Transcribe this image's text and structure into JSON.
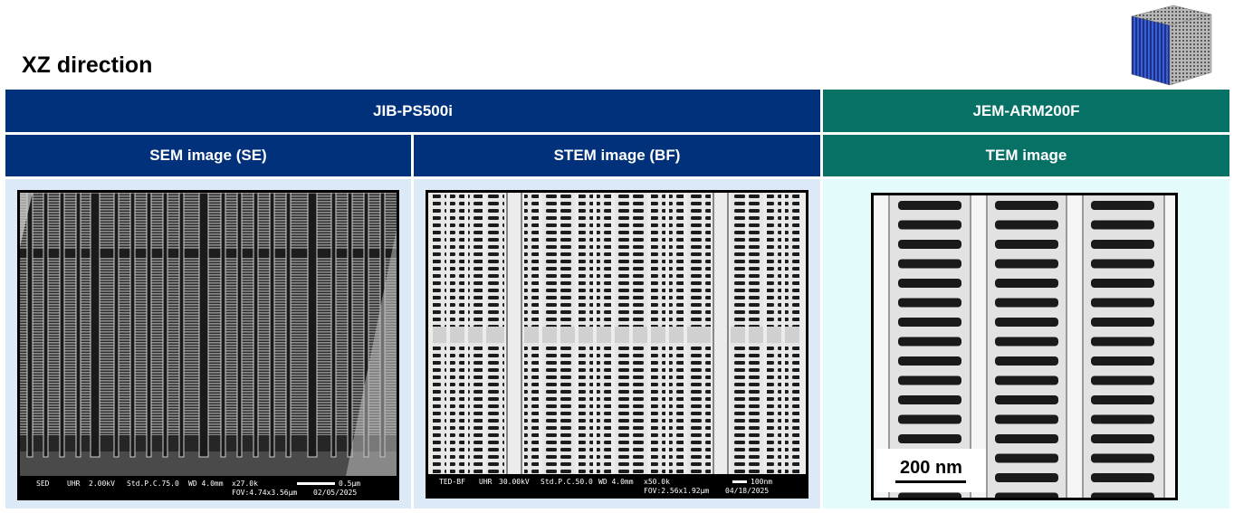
{
  "page": {
    "title": "XZ direction"
  },
  "header": {
    "group_left": "JIB-PS500i",
    "group_right": "JEM-ARM200F",
    "col1": "SEM image (SE)",
    "col2": "STEM image (BF)",
    "col3": "TEM image"
  },
  "sem_info": {
    "detector": "SED",
    "mode": "UHR",
    "voltage": "2.00kV",
    "probe": "Std.P.C.75.0",
    "wd": "WD 4.0mm",
    "mag": "x27.0k",
    "scale": "0.5μm",
    "fov": "FOV:4.74x3.56μm",
    "date": "02/05/2025"
  },
  "stem_info": {
    "detector": "TED-BF",
    "mode": "UHR",
    "voltage": "30.00kV",
    "probe": "Std.P.C.50.0",
    "wd": "WD 4.0mm",
    "mag": "x50.0k",
    "scale": "100nm",
    "fov": "FOV:2.56x1.92μm",
    "date": "04/18/2025"
  },
  "tem_info": {
    "scale": "200 nm"
  },
  "colors": {
    "navy": "#00317a",
    "teal": "#087166",
    "panel_blue": "#dce9f7",
    "panel_cyan": "#e4fbfb"
  }
}
